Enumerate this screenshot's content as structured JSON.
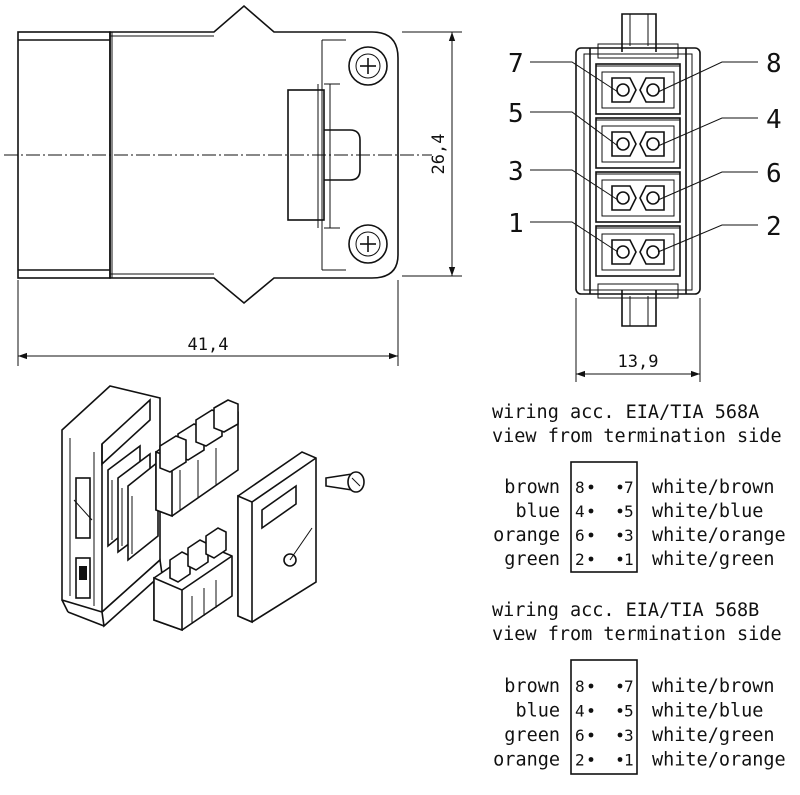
{
  "front_view": {
    "pin_labels_left": [
      "7",
      "5",
      "3",
      "1"
    ],
    "pin_labels_right": [
      "8",
      "4",
      "6",
      "2"
    ],
    "width_dimension": "13,9"
  },
  "side_view": {
    "length_dimension": "41,4",
    "height_dimension": "26,4"
  },
  "wiring_568a": {
    "title_line1": "wiring acc. EIA/TIA 568A",
    "title_line2": "view from termination side",
    "rows": [
      {
        "left_color": "brown",
        "left_pin": "8",
        "right_pin": "7",
        "right_color": "white/brown"
      },
      {
        "left_color": "blue",
        "left_pin": "4",
        "right_pin": "5",
        "right_color": "white/blue"
      },
      {
        "left_color": "orange",
        "left_pin": "6",
        "right_pin": "3",
        "right_color": "white/orange"
      },
      {
        "left_color": "green",
        "left_pin": "2",
        "right_pin": "1",
        "right_color": "white/green"
      }
    ]
  },
  "wiring_568b": {
    "title_line1": "wiring acc. EIA/TIA 568B",
    "title_line2": "view from termination side",
    "rows": [
      {
        "left_color": "brown",
        "left_pin": "8",
        "right_pin": "7",
        "right_color": "white/brown"
      },
      {
        "left_color": "blue",
        "left_pin": "4",
        "right_pin": "5",
        "right_color": "white/blue"
      },
      {
        "left_color": "green",
        "left_pin": "6",
        "right_pin": "3",
        "right_color": "white/green"
      },
      {
        "left_color": "orange",
        "left_pin": "2",
        "right_pin": "1",
        "right_color": "white/orange"
      }
    ]
  }
}
